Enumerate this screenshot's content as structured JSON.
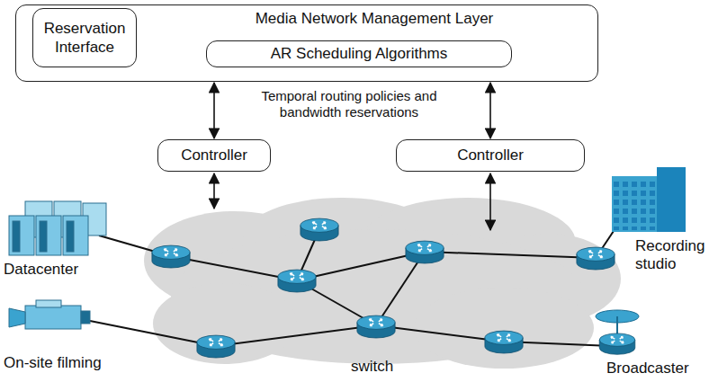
{
  "diagram": {
    "nodes": [
      {
        "text": [
          "Media Network Management Layer"
        ]
      },
      {
        "text": [
          "Reservation Interface"
        ],
        "in": 0
      },
      {
        "text": [
          "AR Scheduling Algorithms"
        ],
        "in": 0
      },
      {
        "text": [
          "Controller"
        ]
      },
      {
        "text": [
          "Controller"
        ]
      }
    ],
    "edges": [
      {
        "from": 0,
        "to": 3,
        "arrow": "both"
      },
      {
        "from": 0,
        "to": 4,
        "arrow": "both"
      }
    ],
    "labels": [
      "Temporal routing policies and bandwidth reservations",
      "Datacenter",
      "On-site filming",
      "switch",
      "Recording studio",
      "Broadcaster"
    ]
  }
}
